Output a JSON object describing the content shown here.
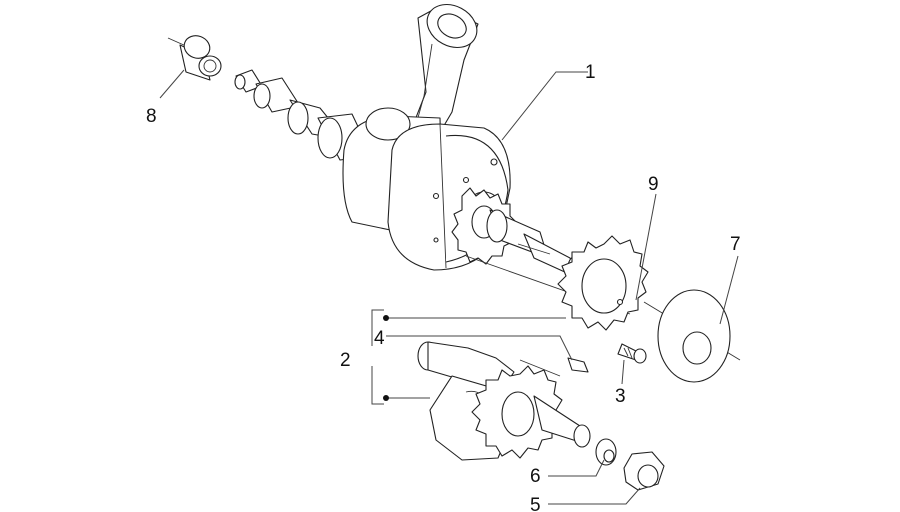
{
  "diagram": {
    "callouts": [
      {
        "id": "1",
        "label": "1"
      },
      {
        "id": "2",
        "label": "2"
      },
      {
        "id": "3",
        "label": "3"
      },
      {
        "id": "4",
        "label": "4"
      },
      {
        "id": "5",
        "label": "5"
      },
      {
        "id": "6",
        "label": "6"
      },
      {
        "id": "7",
        "label": "7"
      },
      {
        "id": "8",
        "label": "8"
      },
      {
        "id": "9",
        "label": "9"
      }
    ]
  },
  "colors": {
    "line": "#222222",
    "background": "#ffffff"
  }
}
